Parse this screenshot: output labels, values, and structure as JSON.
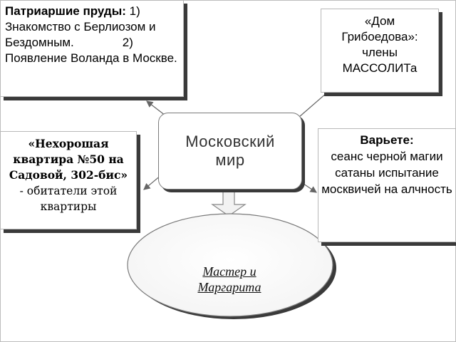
{
  "center": {
    "line1": "Московский",
    "line2": "мир"
  },
  "top_left": {
    "title": "Патриаршие пруды:",
    "text1": " 1) Знакомство с Берлиозом и Бездомным.",
    "text2": "2) Появление Воланда в Москве."
  },
  "top_right": {
    "line1": "«Дом",
    "line2": "Грибоедова»:",
    "line3": "члены",
    "line4": "МАССОЛИТа"
  },
  "mid_left": {
    "title": "«Нехорошая квартира №50 на Садовой, 302-бис»",
    "text": "- обитатели этой квартиры"
  },
  "mid_right": {
    "title": "Варьете:",
    "text": "сеанс черной магии сатаны испытание москвичей на алчность"
  },
  "bottom": {
    "line1": "Мастер и",
    "line2": "Маргарита"
  }
}
